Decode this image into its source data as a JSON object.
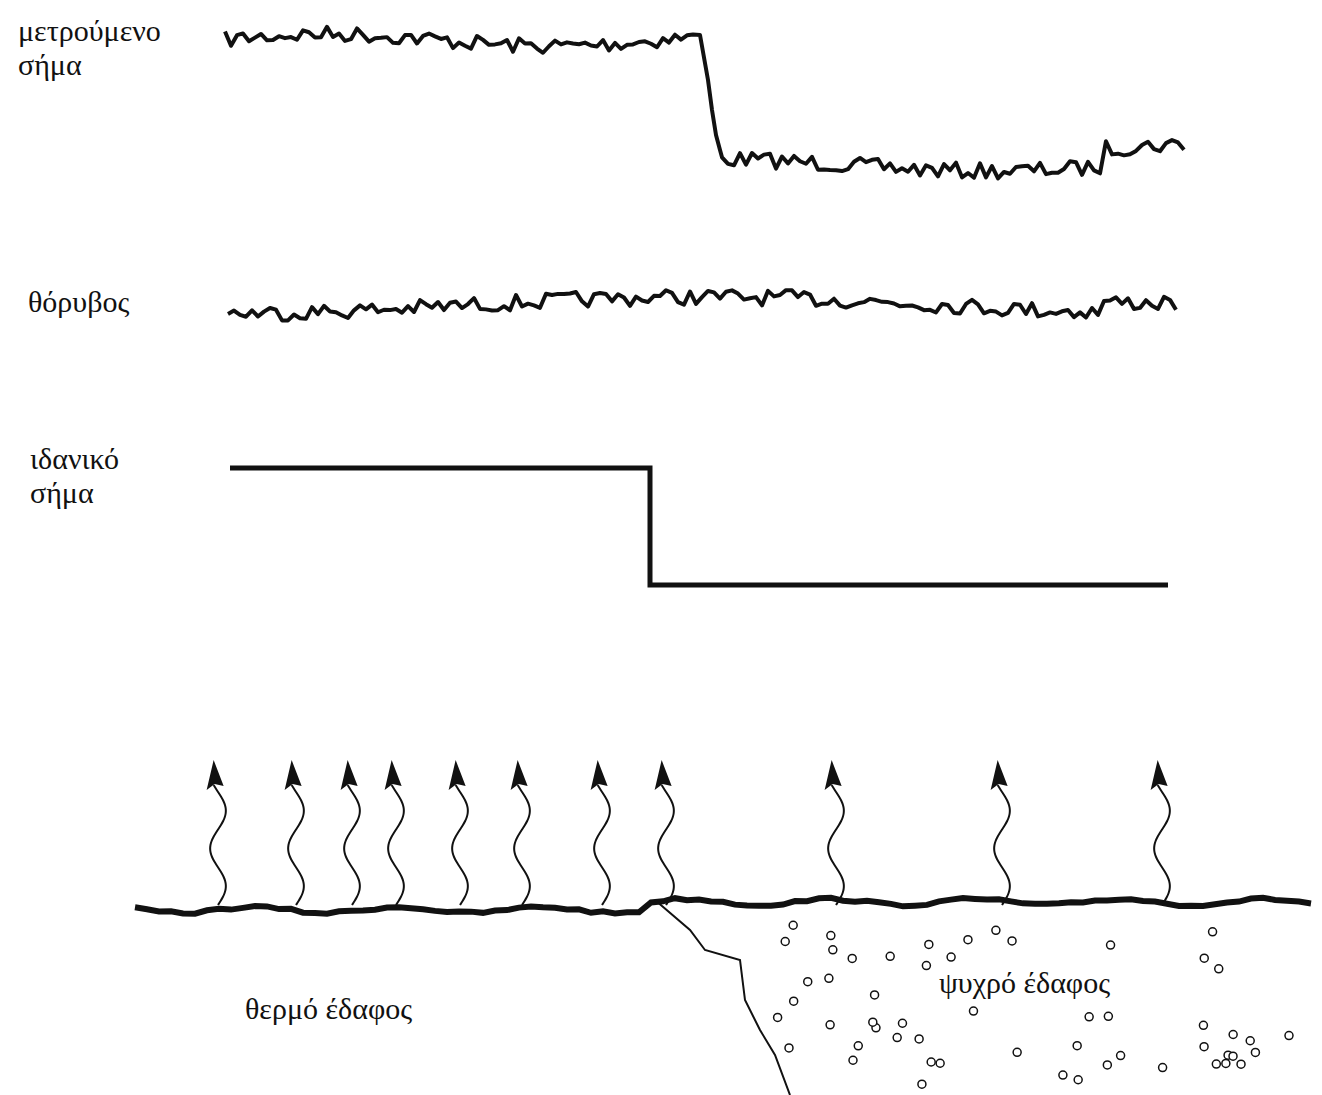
{
  "diagram": {
    "labels": [
      "μετρούμενο σήμα",
      "θόρυβος",
      "ιδανικό σήμα",
      "θερμό έδαφος",
      "ψυχρό έδαφος"
    ]
  }
}
